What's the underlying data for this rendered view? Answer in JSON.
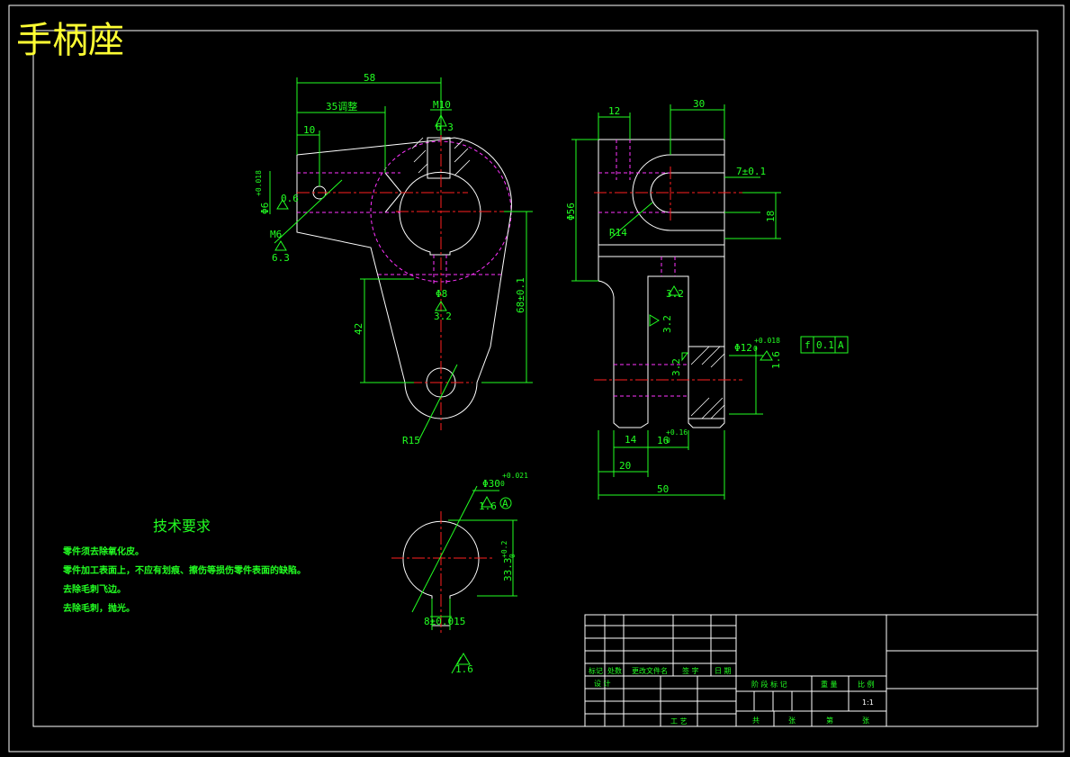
{
  "title": "手柄座",
  "colors": {
    "background": "#000000",
    "outline": "#ffffff",
    "dimension": "#22ff22",
    "center_line": "#ff2020",
    "hidden_line": "#ff33ff",
    "title": "#ffff33"
  },
  "front_view": {
    "dims": {
      "overall": "58",
      "inner": "35调整",
      "left": "10",
      "slot": "M10",
      "rough1": "6.3",
      "rough_m6": "6.3",
      "m6": "M6",
      "small_hole": "Φ6",
      "tol_small": "+0.018",
      "tol_small2": "0",
      "rough2": "0.6",
      "hole_label": "Φ8",
      "rough3": "3.2",
      "height42": "42",
      "height68": "68±0.1",
      "r15": "R15"
    }
  },
  "side_view": {
    "dims": {
      "top12": "12",
      "top30": "30",
      "phi56": "Φ56",
      "r14": "R14",
      "tol7": "7±0.1",
      "h18": "18",
      "rough_a": "3.2",
      "rough_b": "3.2",
      "rough_c": "3.2",
      "phi12": "Φ12",
      "phi12_tol": "+0.018",
      "phi12_tol2": "0",
      "rough_d": "1.6",
      "w14": "14",
      "w16": "16",
      "w16_tol": "+0.16",
      "w16_tol2": "0",
      "w20": "20",
      "w50": "50",
      "gtol": [
        "f",
        "0.1",
        "A"
      ]
    }
  },
  "section_view": {
    "dims": {
      "bore": "Φ30",
      "bore_tol": "+0.021",
      "bore_tol2": "0",
      "rough": "1.6",
      "datum": "A",
      "height": "33.3",
      "height_tol": "+0.2",
      "height_tol2": "0",
      "key": "8±0.015",
      "rough_general": "1.6"
    }
  },
  "tech_requirements": {
    "heading": "技术要求",
    "items": [
      "零件须去除氧化皮。",
      "零件加工表面上，不应有划痕、擦伤等损伤零件表面的缺陷。",
      "去除毛刺飞边。",
      "去除毛刺，抛光。"
    ]
  },
  "title_block": {
    "labels": [
      "标记",
      "处数",
      "更改文件名",
      "签 字",
      "日 期"
    ],
    "design": "设 计",
    "process": "工 艺",
    "stage_labels": [
      "阶 段 标 记",
      "重 量",
      "比 例"
    ],
    "scale": "1:1",
    "sheets": [
      "共",
      "张",
      "第",
      "张"
    ]
  }
}
